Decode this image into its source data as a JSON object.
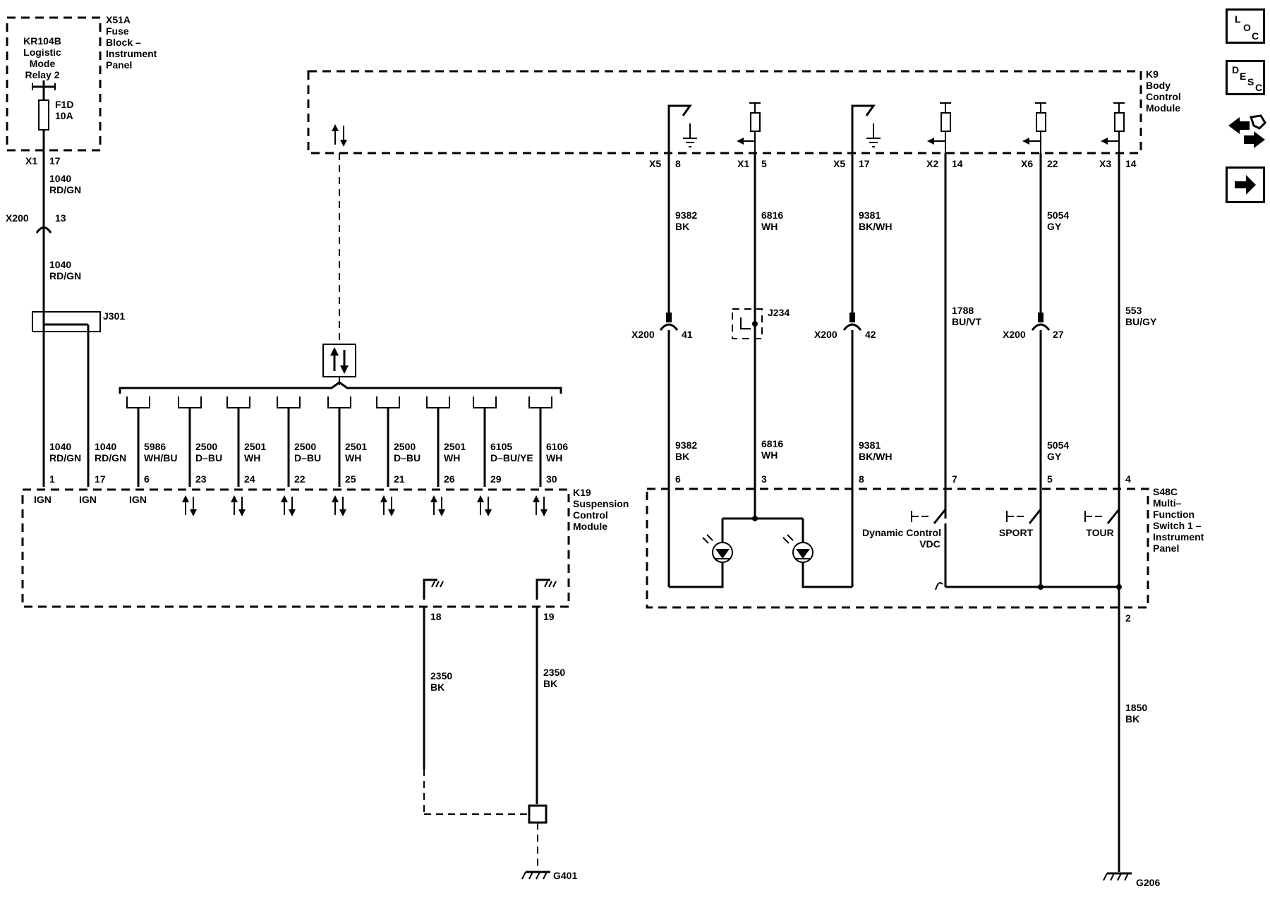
{
  "components": {
    "fuse_block": [
      "X51A",
      "Fuse",
      "Block –",
      "Instrument",
      "Panel"
    ],
    "relay": [
      "KR104B",
      "Logistic",
      "Mode",
      "Relay 2"
    ],
    "fuse": [
      "F1D",
      "10A"
    ],
    "bcm": [
      "K9",
      "Body",
      "Control",
      "Module"
    ],
    "scm": [
      "K19",
      "Suspension",
      "Control",
      "Module"
    ],
    "switch": [
      "S48C",
      "Multi–",
      "Function",
      "Switch 1 –",
      "Instrument",
      "Panel"
    ],
    "splice_j301": "J301",
    "splice_j234": "J234",
    "ground_g401": "G401",
    "ground_g206": "G206"
  },
  "connectors": {
    "x1": "X1",
    "x2": "X2",
    "x3": "X3",
    "x5": "X5",
    "x6": "X6",
    "x200": "X200"
  },
  "left_circuit": {
    "x1_pin": "17",
    "x200_pin": "13",
    "wire_top": [
      "1040",
      "RD/GN"
    ],
    "wire_mid": [
      "1040",
      "RD/GN"
    ]
  },
  "scm_pins": [
    {
      "wire": "1040",
      "color": "RD/GN",
      "pin": "1",
      "label": "IGN"
    },
    {
      "wire": "1040",
      "color": "RD/GN",
      "pin": "17",
      "label": "IGN"
    },
    {
      "wire": "5986",
      "color": "WH/BU",
      "pin": "6",
      "label": "IGN"
    },
    {
      "wire": "2500",
      "color": "D–BU",
      "pin": "23",
      "label": ""
    },
    {
      "wire": "2501",
      "color": "WH",
      "pin": "24",
      "label": ""
    },
    {
      "wire": "2500",
      "color": "D–BU",
      "pin": "22",
      "label": ""
    },
    {
      "wire": "2501",
      "color": "WH",
      "pin": "25",
      "label": ""
    },
    {
      "wire": "2500",
      "color": "D–BU",
      "pin": "21",
      "label": ""
    },
    {
      "wire": "2501",
      "color": "WH",
      "pin": "26",
      "label": ""
    },
    {
      "wire": "6105",
      "color": "D–BU/YE",
      "pin": "29",
      "label": ""
    },
    {
      "wire": "6106",
      "color": "WH",
      "pin": "30",
      "label": ""
    }
  ],
  "scm_grounds": [
    {
      "pin": "18",
      "wire": "2350",
      "color": "BK"
    },
    {
      "pin": "19",
      "wire": "2350",
      "color": "BK"
    }
  ],
  "bcm_pins": [
    {
      "conn": "X5",
      "pin": "8"
    },
    {
      "conn": "X1",
      "pin": "5"
    },
    {
      "conn": "X5",
      "pin": "17"
    },
    {
      "conn": "X2",
      "pin": "14"
    },
    {
      "conn": "X6",
      "pin": "22"
    },
    {
      "conn": "X3",
      "pin": "14"
    }
  ],
  "right_wires_upper": [
    {
      "wire": "9382",
      "color": "BK"
    },
    {
      "wire": "6816",
      "color": "WH"
    },
    {
      "wire": "9381",
      "color": "BK/WH"
    },
    {
      "wire": "1788",
      "color": "BU/VT"
    },
    {
      "wire": "5054",
      "color": "GY"
    },
    {
      "wire": "553",
      "color": "BU/GY"
    }
  ],
  "x200_inline": [
    {
      "pin": "41"
    },
    {
      "pin": "42"
    },
    {
      "pin": "27"
    }
  ],
  "right_wires_lower": [
    {
      "wire": "9382",
      "color": "BK",
      "pin": "6"
    },
    {
      "wire": "6816",
      "color": "WH",
      "pin": "3"
    },
    {
      "wire": "9381",
      "color": "BK/WH",
      "pin": "8"
    },
    {
      "wire": "",
      "color": "",
      "pin": "7"
    },
    {
      "wire": "5054",
      "color": "GY",
      "pin": "5"
    },
    {
      "wire": "",
      "color": "",
      "pin": "4"
    }
  ],
  "switch_positions": [
    "Dynamic Control",
    "VDC",
    "SPORT",
    "TOUR"
  ],
  "switch_out": {
    "pin": "2",
    "wire": "1850",
    "color": "BK"
  },
  "nav": {
    "loc": [
      "L",
      "O",
      "C"
    ],
    "desc": [
      "D",
      "E",
      "S",
      "C"
    ],
    "icons": [
      "connector-swap-icon",
      "next-arrow-icon"
    ]
  }
}
